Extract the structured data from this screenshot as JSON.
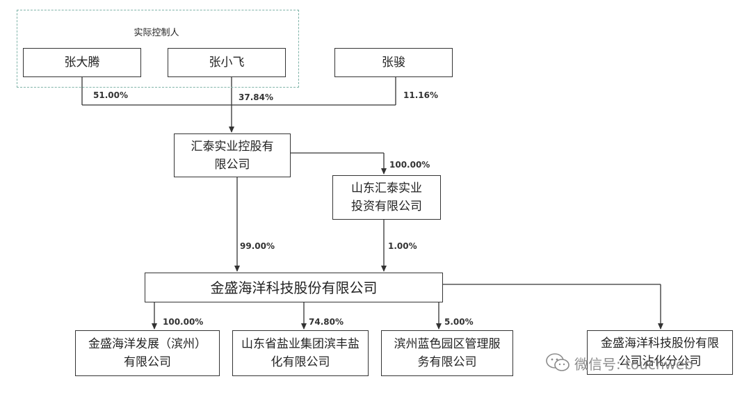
{
  "group": {
    "label": "实际控制人"
  },
  "persons": [
    {
      "name": "张大腾"
    },
    {
      "name": "张小飞"
    },
    {
      "name": "张骏"
    }
  ],
  "person_shares": [
    "51.00%",
    "37.84%",
    "11.16%"
  ],
  "huitai_holding": {
    "name": "汇泰实业控股有限公司"
  },
  "shandong_huitai": {
    "name": "山东汇泰实业投资有限公司",
    "share": "100.00%"
  },
  "jinsheng": {
    "name": "金盛海洋科技股份有限公司"
  },
  "jinsheng_shares": {
    "from_huitai": "99.00%",
    "from_shandong": "1.00%"
  },
  "subsidiaries": [
    {
      "name": "金盛海洋发展（滨州）有限公司",
      "share": "100.00%"
    },
    {
      "name": "山东省盐业集团滨丰盐化有限公司",
      "share": "74.80%"
    },
    {
      "name": "滨州蓝色园区管理服务有限公司",
      "share": "5.00%"
    },
    {
      "name": "金盛海洋科技股份有限公司沾化分公司",
      "share": ""
    }
  ],
  "watermark": {
    "text": "微信号: touchweb",
    "icon": "wechat-icon"
  }
}
